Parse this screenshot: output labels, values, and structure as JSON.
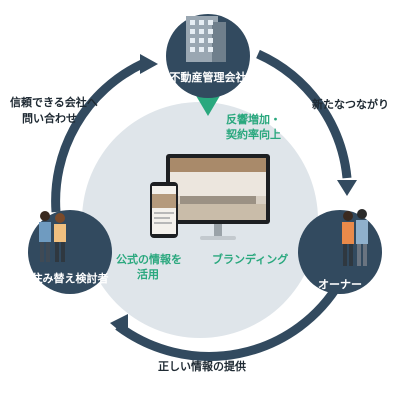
{
  "colors": {
    "node": "#324a5f",
    "inner_circle": "#dfe5ea",
    "ring": "#324a5f",
    "accent": "#2aa87e"
  },
  "nodes": {
    "top": {
      "label": "不動産管理会社",
      "icon": "office-building-icon"
    },
    "left": {
      "label": "住み替え検討者",
      "icon": "couple-icon"
    },
    "right": {
      "label": "オーナー",
      "icon": "couple-icon"
    }
  },
  "edges": {
    "left_to_top": {
      "line1": "信頼できる会社へ",
      "line2": "問い合わせ"
    },
    "top_to_right": {
      "text": "新たなつながり"
    },
    "right_to_left": {
      "text": "正しい情報の提供"
    }
  },
  "inner": {
    "top": {
      "line1": "反響増加・",
      "line2": "契約率向上"
    },
    "left": {
      "line1": "公式の情報を",
      "line2": "活用"
    },
    "right": {
      "text": "ブランディング"
    },
    "center": {
      "icon": "desktop-and-phone-website-icon"
    }
  }
}
